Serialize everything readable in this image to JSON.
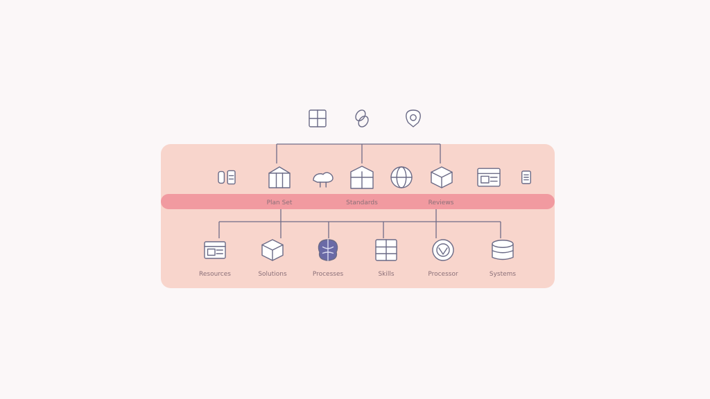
{
  "diagram": {
    "colors": {
      "background": "#fbf7f8",
      "panel_fill": "#f8d5cc",
      "divider_band": "#f19aa0",
      "connector": "#6f6b87",
      "icon_stroke": "#6a6a86",
      "icon_fill": "#ffffff",
      "icon_fill_dark": "#6a6aa6",
      "label_text": "#8a6f78"
    },
    "top_icons": [
      {
        "name": "grid-icon"
      },
      {
        "name": "link-icon"
      },
      {
        "name": "shield-icon"
      }
    ],
    "upper_row_icons": [
      {
        "name": "tag-icon"
      },
      {
        "name": "box-icon"
      },
      {
        "name": "cloud-icon"
      },
      {
        "name": "server-icon"
      },
      {
        "name": "globe-icon"
      },
      {
        "name": "cube-icon"
      },
      {
        "name": "window-icon"
      },
      {
        "name": "doc-icon"
      }
    ],
    "band_labels": [
      {
        "text": "Plan Set"
      },
      {
        "text": "Standards"
      },
      {
        "text": "Reviews"
      }
    ],
    "bottom_nodes": [
      {
        "icon": "window-icon",
        "label": "Resources"
      },
      {
        "icon": "cube-icon",
        "label": "Solutions"
      },
      {
        "icon": "brain-icon",
        "label": "Processes"
      },
      {
        "icon": "stack-icon",
        "label": "Skills"
      },
      {
        "icon": "target-icon",
        "label": "Processor"
      },
      {
        "icon": "database-icon",
        "label": "Systems"
      }
    ]
  }
}
